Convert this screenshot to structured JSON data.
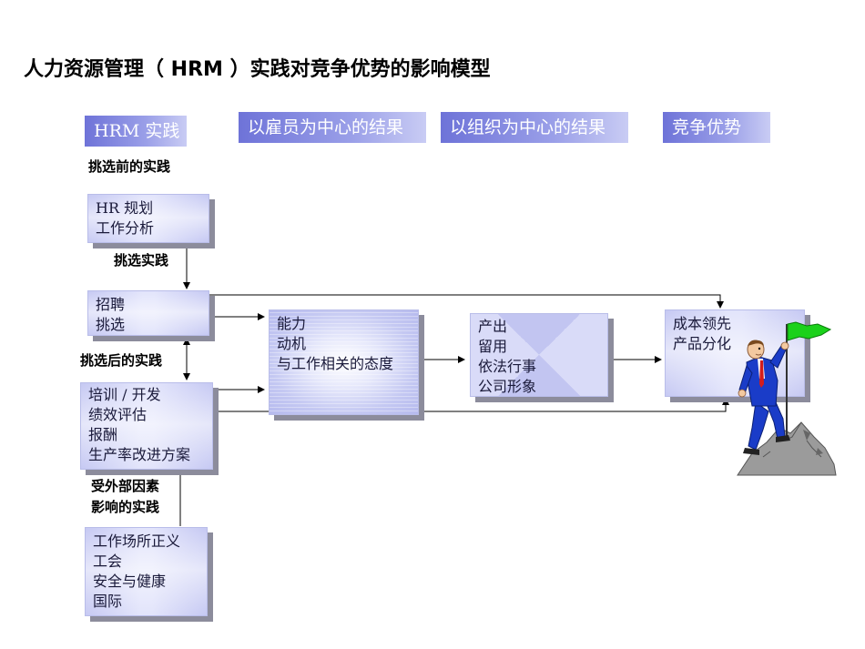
{
  "title": "人力资源管理（ HRM ）实践对竞争优势的影响模型",
  "headers": {
    "hrm_practice": "HRM 实践",
    "employee_outcomes": "以雇员为中心的结果",
    "org_outcomes": "以组织为中心的结果",
    "competitive_advantage": "竞争优势"
  },
  "labels": {
    "pre_selection": "挑选前的实践",
    "selection": "挑选实践",
    "post_selection": "挑选后的实践",
    "external_line1": "受外部因素",
    "external_line2": "影响的实践"
  },
  "boxes": {
    "planning": [
      "HR 规划",
      "工作分析"
    ],
    "recruiting": [
      "招聘",
      "挑选"
    ],
    "training": [
      "培训 / 开发",
      "绩效评估",
      "报酬",
      "生产率改进方案"
    ],
    "external": [
      "工作场所正义",
      "工会",
      "安全与健康",
      "国际"
    ],
    "employee": [
      "能力",
      "动机",
      "与工作相关的态度"
    ],
    "organization": [
      "产出",
      "留用",
      "依法行事",
      "公司形象"
    ],
    "competitive": [
      "成本领先",
      "产品分化"
    ]
  },
  "colors": {
    "header_bg": "#7f84de",
    "box_border": "#b9bde9",
    "shadow": "#8c8c9c",
    "flag": "#1bd11b",
    "suit": "#1a3cc8"
  },
  "icons": {
    "climber": "businessman-climbing-mountain-with-flag"
  }
}
